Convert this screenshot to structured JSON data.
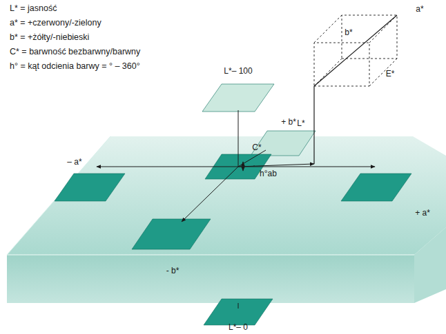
{
  "diagram": {
    "labels": [
      "L* = jasność",
      "a* = +czerwony/-zielony",
      "b* = +żółty/-niebieski",
      "C* = barwność bezbarwny/barwny",
      "h° = kąt odcienia barwy = ° – 360°",
      "L*– 100",
      "+ b*",
      "– a*",
      "+ a*",
      "- b*",
      "L*– 0",
      "C*",
      "h°ab",
      "L*",
      "b*",
      "a*",
      "E*"
    ]
  }
}
